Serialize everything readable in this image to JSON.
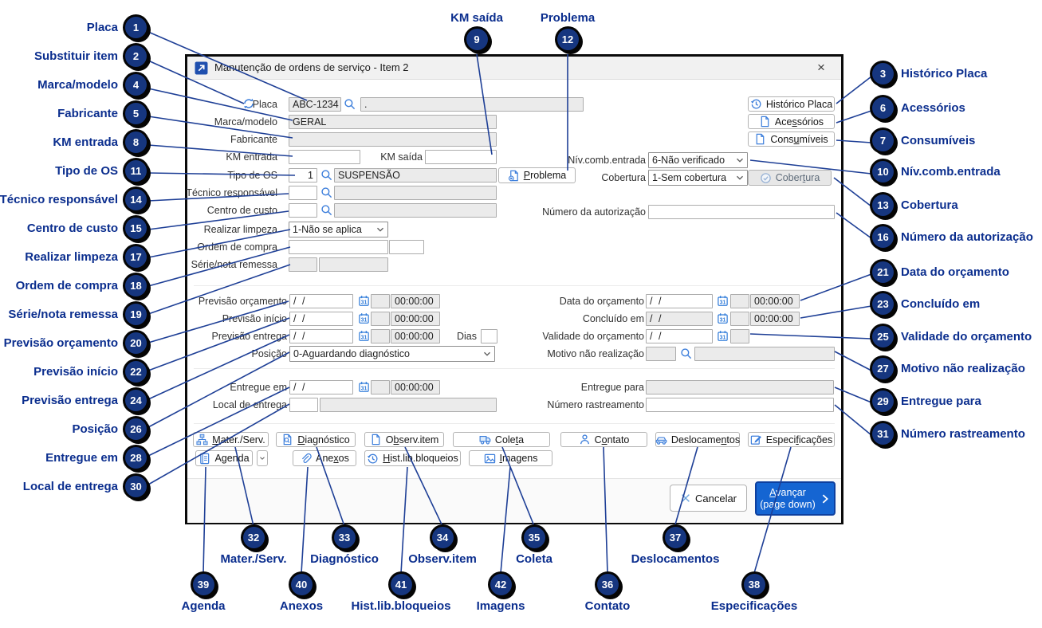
{
  "window": {
    "title": "Manutenção de ordens de serviço - Item 2",
    "close_glyph": "×"
  },
  "form": {
    "placa": {
      "label": "Placa",
      "value": "ABC-1234",
      "complement": "."
    },
    "marca_modelo": {
      "label": "Marca/modelo",
      "value": "GERAL"
    },
    "fabricante": {
      "label": "Fabricante",
      "value": ""
    },
    "km_entrada": {
      "label": "KM entrada",
      "value": ""
    },
    "km_saida": {
      "label": "KM saída",
      "value": ""
    },
    "tipo_os": {
      "label": "Tipo de OS",
      "code": "1",
      "descricao": "SUSPENSÃO"
    },
    "tecnico": {
      "label": "Técnico responsável",
      "code": "",
      "descricao": ""
    },
    "centro_custo": {
      "label": "Centro de custo",
      "code": "",
      "descricao": ""
    },
    "realizar_limpeza": {
      "label": "Realizar limpeza",
      "value": "1-Não se aplica"
    },
    "ordem_compra": {
      "label": "Ordem de compra",
      "value": "",
      "value2": ""
    },
    "serie_nota": {
      "label": "Série/nota remessa",
      "value": "",
      "value2": ""
    },
    "niv_comb_entrada": {
      "label": "Nív.comb.entrada",
      "value": "6-Não verificado"
    },
    "cobertura": {
      "label": "Cobertura",
      "value": "1-Sem cobertura"
    },
    "numero_autorizacao": {
      "label": "Número da autorização",
      "value": ""
    },
    "previsao_orcamento": {
      "label": "Previsão orçamento",
      "date": "/ /",
      "time": "00:00:00"
    },
    "previsao_inicio": {
      "label": "Previsão início",
      "date": "/ /",
      "time": "00:00:00"
    },
    "previsao_entrega": {
      "label": "Previsão entrega",
      "date": "/ /",
      "time": "00:00:00"
    },
    "dias": {
      "label": "Dias",
      "value": ""
    },
    "posicao": {
      "label": "Posição",
      "value": "0-Aguardando diagnóstico"
    },
    "data_orcamento": {
      "label": "Data do orçamento",
      "date": "/ /",
      "time": "00:00:00"
    },
    "concluido_em": {
      "label": "Concluído em",
      "date": "/ /",
      "time": "00:00:00"
    },
    "validade_orcamento": {
      "label": "Validade do orçamento",
      "date": "/ /"
    },
    "motivo_nao_realizacao": {
      "label": "Motivo não realização",
      "code": "",
      "descricao": ""
    },
    "entregue_em": {
      "label": "Entregue em",
      "date": "/ /",
      "time": "00:00:00"
    },
    "local_entrega": {
      "label": "Local de entrega",
      "code": "",
      "descricao": ""
    },
    "entregue_para": {
      "label": "Entregue para",
      "value": ""
    },
    "numero_rastreamento": {
      "label": "Número rastreamento",
      "value": ""
    }
  },
  "buttons": {
    "historico_placa": {
      "pre": "Histórico Placa",
      "accel": "",
      "post": ""
    },
    "acessorios": {
      "pre": "Ace",
      "accel": "s",
      "post": "sórios"
    },
    "consumiveis": {
      "pre": "Cons",
      "accel": "u",
      "post": "míveis"
    },
    "problema": {
      "pre": "",
      "accel": "P",
      "post": "roblema"
    },
    "cobertura_btn": {
      "pre": "Cober",
      "accel": "t",
      "post": "ura"
    },
    "mater_serv": {
      "pre": "",
      "accel": "M",
      "post": "ater./Serv."
    },
    "diagnostico": {
      "pre": "",
      "accel": "D",
      "post": "iagnóstico"
    },
    "observ_item": {
      "pre": "O",
      "accel": "b",
      "post": "serv.item"
    },
    "coleta": {
      "pre": "Cole",
      "accel": "t",
      "post": "a"
    },
    "contato": {
      "pre": "C",
      "accel": "o",
      "post": "ntato"
    },
    "deslocamentos": {
      "pre": "Deslocame",
      "accel": "n",
      "post": "tos"
    },
    "especificacoes": {
      "pre": "Especi",
      "accel": "f",
      "post": "icações"
    },
    "agenda": {
      "pre": "Agenda",
      "accel": "",
      "post": ""
    },
    "anexos": {
      "pre": "Ane",
      "accel": "x",
      "post": "os"
    },
    "hist_lib_bloqueios": {
      "pre": "",
      "accel": "H",
      "post": "ist.lib.bloqueios"
    },
    "imagens": {
      "pre": "",
      "accel": "I",
      "post": "magens"
    },
    "cancelar": {
      "pre": "Cancelar",
      "accel": "",
      "post": ""
    },
    "avancar": {
      "pre": "",
      "accel": "A",
      "post": "vançar",
      "line2": "(page down)"
    }
  },
  "icons": {
    "sync": "circular-refresh-arrows",
    "search": "magnifier",
    "calendar": "calendar-31",
    "history": "clock-with-back-arrow",
    "document": "page-with-folded-corner",
    "document_x": "page-with-x-badge",
    "document_mag": "page-with-magnifier",
    "check_circle": "circled-check",
    "sitemap": "org-chart-boxes",
    "truck": "delivery-truck",
    "person": "person-silhouette",
    "car": "car-side",
    "edit": "pencil-on-sheet",
    "book": "agenda-book",
    "paperclip": "paperclip",
    "image": "picture-mountain",
    "launch": "window-diagonal-arrow"
  },
  "colors": {
    "accent_blue": "#1565d2",
    "icon_blue": "#3c7edb",
    "callout_navy": "#16367f",
    "label_navy": "#0b2e8e"
  },
  "callouts": {
    "c1": {
      "num": "1",
      "label": "Placa"
    },
    "c2": {
      "num": "2",
      "label": "Substituir item"
    },
    "c3": {
      "num": "3",
      "label": "Histórico Placa"
    },
    "c4": {
      "num": "4",
      "label": "Marca/modelo"
    },
    "c5": {
      "num": "5",
      "label": "Fabricante"
    },
    "c6": {
      "num": "6",
      "label": "Acessórios"
    },
    "c7": {
      "num": "7",
      "label": "Consumíveis"
    },
    "c8": {
      "num": "8",
      "label": "KM entrada"
    },
    "c9": {
      "num": "9",
      "label": "KM saída"
    },
    "c10": {
      "num": "10",
      "label": "Nív.comb.entrada"
    },
    "c11": {
      "num": "11",
      "label": "Tipo de OS"
    },
    "c12": {
      "num": "12",
      "label": "Problema"
    },
    "c13": {
      "num": "13",
      "label": "Cobertura"
    },
    "c14": {
      "num": "14",
      "label": "Técnico responsável"
    },
    "c15": {
      "num": "15",
      "label": "Centro de custo"
    },
    "c16": {
      "num": "16",
      "label": "Número da autorização"
    },
    "c17": {
      "num": "17",
      "label": "Realizar limpeza"
    },
    "c18": {
      "num": "18",
      "label": "Ordem de compra"
    },
    "c19": {
      "num": "19",
      "label": "Série/nota remessa"
    },
    "c20": {
      "num": "20",
      "label": "Previsão orçamento"
    },
    "c21": {
      "num": "21",
      "label": "Data do orçamento"
    },
    "c22": {
      "num": "22",
      "label": "Previsão início"
    },
    "c23": {
      "num": "23",
      "label": "Concluído em"
    },
    "c24": {
      "num": "24",
      "label": "Previsão entrega"
    },
    "c25": {
      "num": "25",
      "label": "Validade do orçamento"
    },
    "c26": {
      "num": "26",
      "label": "Posição"
    },
    "c27": {
      "num": "27",
      "label": "Motivo não realização"
    },
    "c28": {
      "num": "28",
      "label": "Entregue em"
    },
    "c29": {
      "num": "29",
      "label": "Entregue para"
    },
    "c30": {
      "num": "30",
      "label": "Local de entrega"
    },
    "c31": {
      "num": "31",
      "label": "Número rastreamento"
    },
    "c32": {
      "num": "32",
      "label": "Mater./Serv."
    },
    "c33": {
      "num": "33",
      "label": "Diagnóstico"
    },
    "c34": {
      "num": "34",
      "label": "Observ.item"
    },
    "c35": {
      "num": "35",
      "label": "Coleta"
    },
    "c36": {
      "num": "36",
      "label": "Contato"
    },
    "c37": {
      "num": "37",
      "label": "Deslocamentos"
    },
    "c38": {
      "num": "38",
      "label": "Especificações"
    },
    "c39": {
      "num": "39",
      "label": "Agenda"
    },
    "c40": {
      "num": "40",
      "label": "Anexos"
    },
    "c41": {
      "num": "41",
      "label": "Hist.lib.bloqueios"
    },
    "c42": {
      "num": "42",
      "label": "Imagens"
    }
  }
}
